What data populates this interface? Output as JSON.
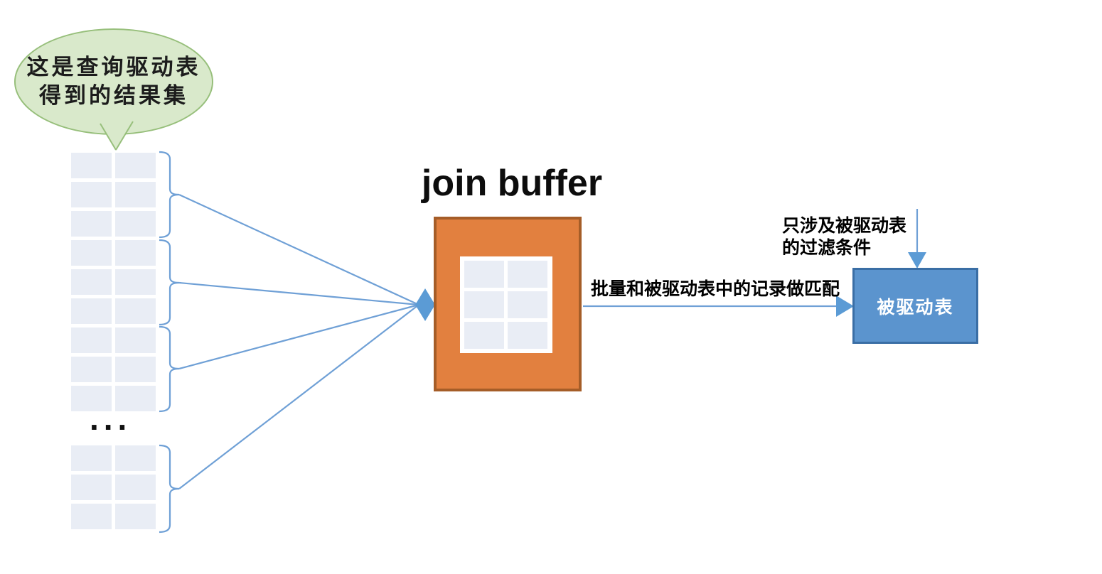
{
  "colors": {
    "accent_blue": "#5b9bd5",
    "connector_blue": "#6fa0d6",
    "bubble_fill": "#d9e9cb",
    "bubble_border": "#97bf7b",
    "cell_fill": "#e9edf5",
    "buffer_fill": "#e2803f",
    "buffer_border": "#a55d28",
    "driven_fill": "#5b94ce",
    "driven_border": "#3a6ea5"
  },
  "callout": {
    "line1": "这是查询驱动表",
    "line2": "得到的结果集"
  },
  "result_set": {
    "columns": 2,
    "top_rows": 9,
    "bottom_rows": 3,
    "group_size": 3,
    "groups": 4,
    "ellipsis": "..."
  },
  "join_buffer": {
    "title": "join buffer",
    "grid_rows": 3,
    "grid_columns": 2
  },
  "match_arrow": {
    "label": "批量和被驱动表中的记录做匹配"
  },
  "filter_note": {
    "line1": "只涉及被驱动表",
    "line2": "的过滤条件"
  },
  "driven_table": {
    "label": "被驱动表"
  }
}
